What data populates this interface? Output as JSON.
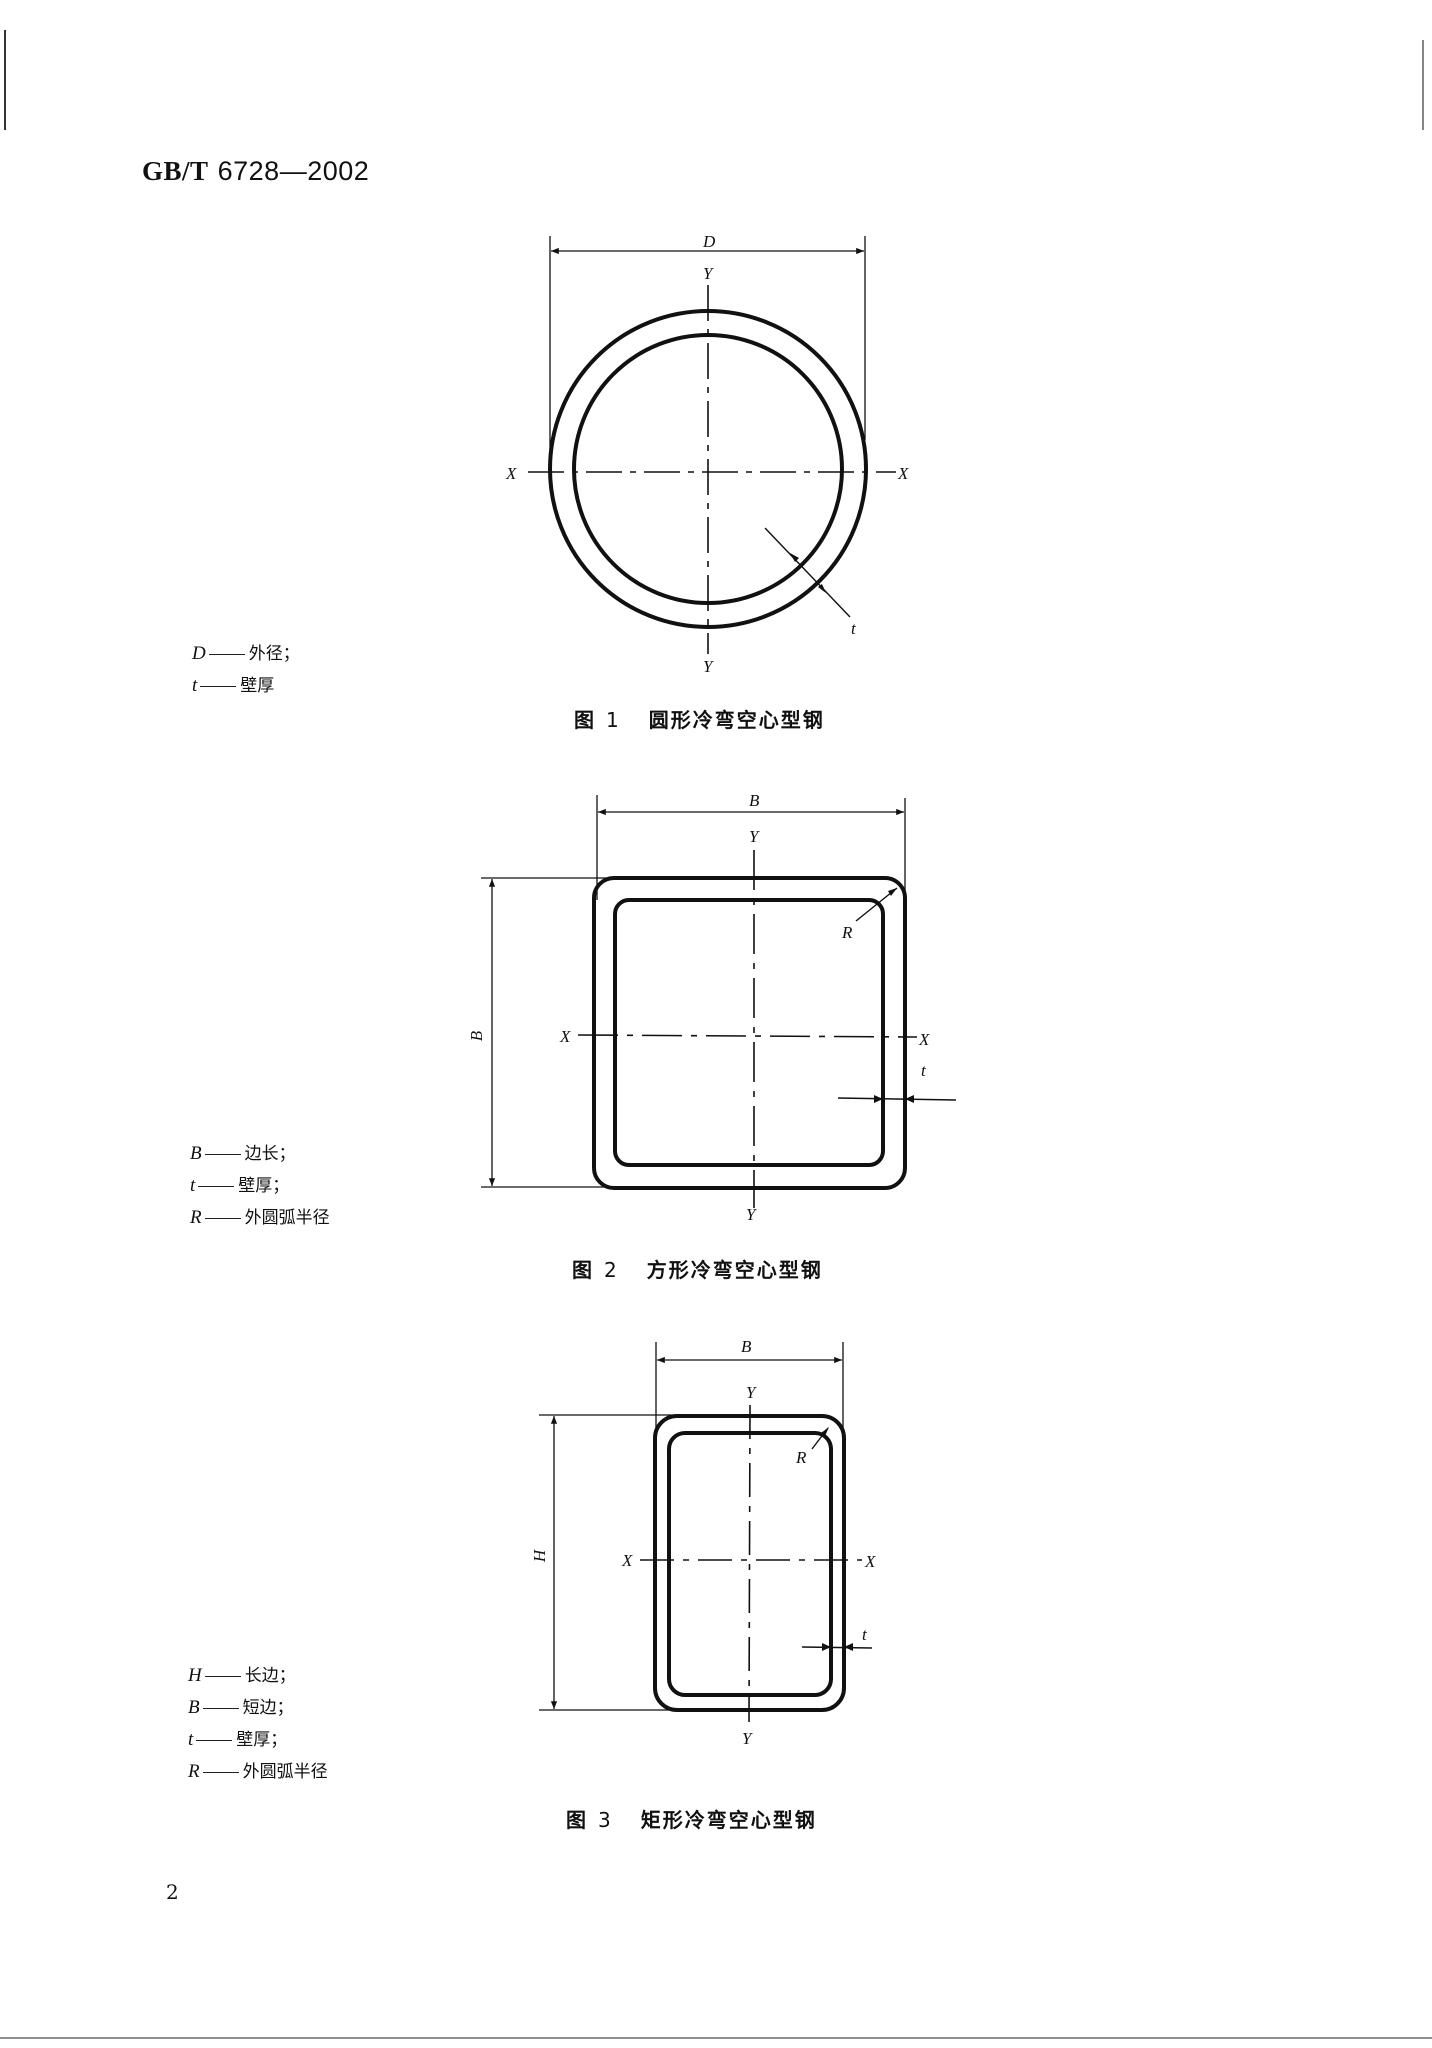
{
  "header": {
    "standard_prefix": "GB/T",
    "standard_number": "6728—2002"
  },
  "figures": [
    {
      "id": "fig1",
      "number": "1",
      "prefix": "图",
      "title": "圆形冷弯空心型钢",
      "labels": {
        "dimension_D": "D",
        "axis_x_left": "X",
        "axis_x_right": "X",
        "axis_y_top": "Y",
        "axis_y_bottom": "Y",
        "thickness": "t"
      },
      "legend": [
        {
          "symbol": "D",
          "text": "外径；"
        },
        {
          "symbol": "t",
          "text": "壁厚"
        }
      ]
    },
    {
      "id": "fig2",
      "number": "2",
      "prefix": "图",
      "title": "方形冷弯空心型钢",
      "labels": {
        "dimension_top": "B",
        "dimension_side": "B",
        "axis_x_left": "X",
        "axis_x_right": "X",
        "axis_y_top": "Y",
        "axis_y_bottom": "Y",
        "radius": "R",
        "thickness": "t"
      },
      "legend": [
        {
          "symbol": "B",
          "text": "边长；"
        },
        {
          "symbol": "t",
          "text": "壁厚；"
        },
        {
          "symbol": "R",
          "text": "外圆弧半径"
        }
      ]
    },
    {
      "id": "fig3",
      "number": "3",
      "prefix": "图",
      "title": "矩形冷弯空心型钢",
      "labels": {
        "dimension_top": "B",
        "dimension_side": "H",
        "axis_x_left": "X",
        "axis_x_right": "X",
        "axis_y_top": "Y",
        "axis_y_bottom": "Y",
        "radius": "R",
        "thickness": "t"
      },
      "legend": [
        {
          "symbol": "H",
          "text": "长边；"
        },
        {
          "symbol": "B",
          "text": "短边；"
        },
        {
          "symbol": "t",
          "text": "壁厚；"
        },
        {
          "symbol": "R",
          "text": "外圆弧半径"
        }
      ]
    }
  ],
  "footer": {
    "page_number": "2"
  }
}
